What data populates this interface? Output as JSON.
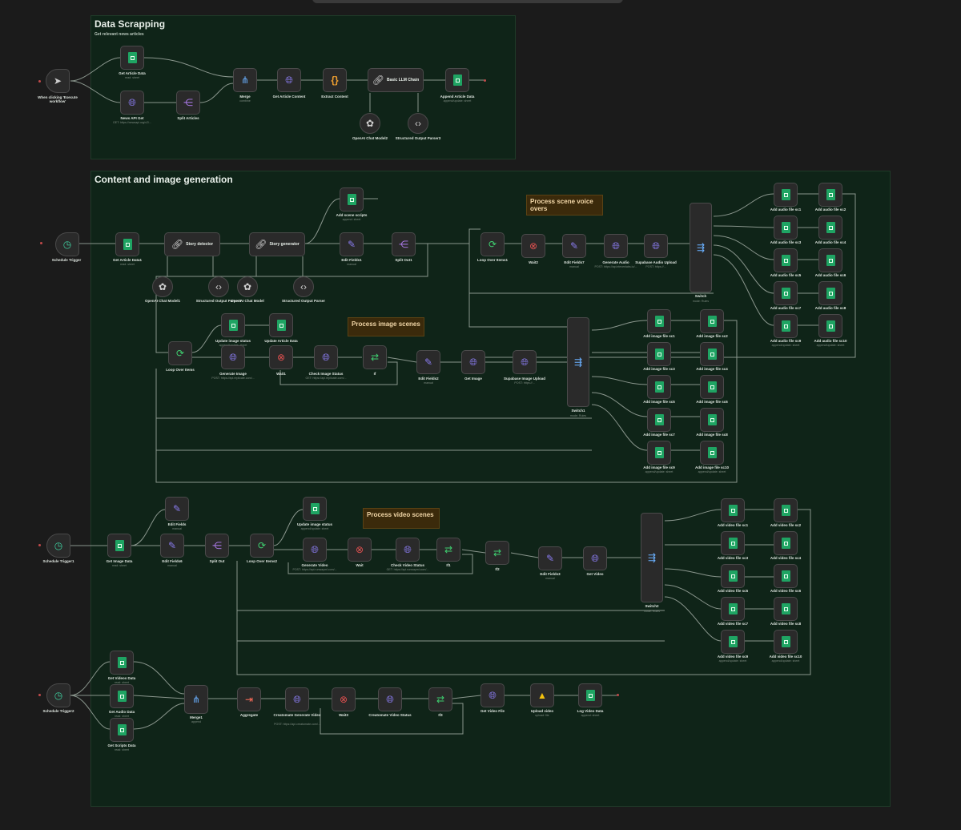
{
  "groups": {
    "scrap": {
      "title": "Data Scrapping",
      "subtitle": "Get relevant news articles"
    },
    "content": {
      "title": "Content and image generation"
    }
  },
  "notes": {
    "voice": "Process scene voice overs",
    "image": "Process image scenes",
    "video": "Process video scenes"
  },
  "nodes": {
    "manual_trigger": {
      "label": "When clicking 'Execute workflow'",
      "icon": "cursor-icon"
    },
    "get_article_data": {
      "label": "Get Article Data",
      "sub": "read: sheet"
    },
    "news_api_get": {
      "label": "News API Get",
      "sub": "GET: https://newsapi.org/v2/..."
    },
    "split_articles": {
      "label": "Split Articles"
    },
    "merge": {
      "label": "Merge",
      "sub": "combine"
    },
    "get_article_content": {
      "label": "Get Article Content"
    },
    "extract_content": {
      "label": "Extract Content"
    },
    "basic_llm_chain": {
      "label": "Basic LLM Chain"
    },
    "append_article": {
      "label": "Append Article Data",
      "sub": "append/update: sheet"
    },
    "openai_chat_model2": {
      "label": "OpenAI Chat Model2"
    },
    "structured_parser3": {
      "label": "Structured Output Parser3"
    },
    "schedule_trigger": {
      "label": "Schedule Trigger"
    },
    "get_article_data1": {
      "label": "Get Article Data1",
      "sub": "read: sheet"
    },
    "story_detector": {
      "label": "Story detector"
    },
    "story_generator": {
      "label": "Story generator"
    },
    "add_scene_scripts": {
      "label": "Add scene scripts",
      "sub": "append: sheet"
    },
    "edit_fields1": {
      "label": "Edit Fields1",
      "sub": "manual"
    },
    "split_out1": {
      "label": "Split Out1"
    },
    "openai_chat_model1": {
      "label": "OpenAI Chat Model1"
    },
    "structured_parser1": {
      "label": "Structured Output Parser1"
    },
    "openai_chat_model": {
      "label": "OpenAI Chat Model"
    },
    "structured_parser": {
      "label": "Structured Output Parser"
    },
    "loop_over_items1": {
      "label": "Loop Over Items1"
    },
    "wait2": {
      "label": "Wait2"
    },
    "edit_fields7": {
      "label": "Edit Fields7",
      "sub": "manual"
    },
    "generate_audio": {
      "label": "Generate Audio",
      "sub": "POST: https://api.elevenlabs.io/..."
    },
    "supabase_audio_upload": {
      "label": "Supabase Audio Upload",
      "sub": "POST: https://..."
    },
    "switch": {
      "label": "Switch",
      "sub": "mode: Rules"
    },
    "update_image_status": {
      "label": "Update image status",
      "sub": "append/update: sheet"
    },
    "update_article_data": {
      "label": "Update Article Data"
    },
    "loop_over_items": {
      "label": "Loop Over Items"
    },
    "generate_image": {
      "label": "Generate Image",
      "sub": "POST: https://api.replicate.com/..."
    },
    "wait1": {
      "label": "Wait1"
    },
    "check_image_status": {
      "label": "Check Image Status",
      "sub": "GET: https://api.replicate.com/..."
    },
    "if": {
      "label": "If"
    },
    "edit_fields2": {
      "label": "Edit Fields2",
      "sub": "manual"
    },
    "get_image": {
      "label": "Get Image"
    },
    "supabase_image_upload": {
      "label": "Supabase Image Upload",
      "sub": "POST: https://..."
    },
    "switch1": {
      "label": "Switch1",
      "sub": "mode: Rules"
    },
    "schedule_trigger1": {
      "label": "Schedule Trigger1"
    },
    "get_image_data": {
      "label": "Get Image Data",
      "sub": "read: sheet"
    },
    "edit_fields": {
      "label": "Edit Fields",
      "sub": "manual"
    },
    "edit_fields6": {
      "label": "Edit Fields6",
      "sub": "manual"
    },
    "split_out": {
      "label": "Split Out"
    },
    "loop_over_items2": {
      "label": "Loop Over Items2"
    },
    "update_image_status2": {
      "label": "Update image status",
      "sub": "append/update: sheet"
    },
    "generate_video": {
      "label": "Generate Video",
      "sub": "POST: https://api.runwayml.com/..."
    },
    "wait": {
      "label": "Wait"
    },
    "check_video_status": {
      "label": "Check Video Status",
      "sub": "GET: https://api.runwayml.com/..."
    },
    "if1": {
      "label": "If1"
    },
    "if2": {
      "label": "If2"
    },
    "edit_fields3": {
      "label": "Edit Fields3",
      "sub": "manual"
    },
    "get_video": {
      "label": "Get Video"
    },
    "switch2": {
      "label": "Switch2",
      "sub": "mode: Rules"
    },
    "schedule_trigger2": {
      "label": "Schedule Trigger2"
    },
    "get_videos_data": {
      "label": "Get Videos Data",
      "sub": "read: sheet"
    },
    "get_audio_data": {
      "label": "Get Audio Data",
      "sub": "read: sheet"
    },
    "get_scripts_data": {
      "label": "Get Scripts Data",
      "sub": "read: sheet"
    },
    "merge1": {
      "label": "Merge1",
      "sub": "append"
    },
    "aggregate": {
      "label": "Aggregate"
    },
    "creatomate_generate": {
      "label": "Creatomate Generate Video",
      "sub": "POST: https://api.creatomate.com/..."
    },
    "wait3": {
      "label": "Wait3"
    },
    "creatomate_status": {
      "label": "Creatomate Video Status"
    },
    "if3": {
      "label": "If3"
    },
    "get_video_file": {
      "label": "Get Video File"
    },
    "upload_video": {
      "label": "Upload video",
      "sub": "upload: file"
    },
    "log_video_data": {
      "label": "Log Video Data",
      "sub": "append: sheet"
    }
  },
  "audio_cols": {
    "a": [
      "Add audio file sc1",
      "Add audio file sc3",
      "Add audio file sc5",
      "Add audio file sc7",
      "Add audio file sc9"
    ],
    "b": [
      "Add audio file sc2",
      "Add audio file sc4",
      "Add audio file sc6",
      "Add audio file sc8",
      "Add audio file sc10"
    ]
  },
  "image_cols": {
    "a": [
      "Add image file sc1",
      "Add image file sc3",
      "Add image file sc5",
      "Add image file sc7",
      "Add image file sc9"
    ],
    "b": [
      "Add image file sc2",
      "Add image file sc4",
      "Add image file sc6",
      "Add image file sc8",
      "Add image file sc10"
    ]
  },
  "video_cols": {
    "a": [
      "Add video file sc1",
      "Add video file sc3",
      "Add video file sc5",
      "Add video file sc7",
      "Add video file sc9"
    ],
    "b": [
      "Add video file sc2",
      "Add video file sc4",
      "Add video file sc6",
      "Add video file sc8",
      "Add video file sc10"
    ]
  },
  "sheet_sub": "append/update: sheet",
  "colors": {
    "canvas": "#1b1b1b",
    "group": "#0f2418",
    "node": "#2a2a2a",
    "sheet": "#1fa463",
    "http": "#8a7cf0",
    "accent": "#ff6d5a"
  }
}
